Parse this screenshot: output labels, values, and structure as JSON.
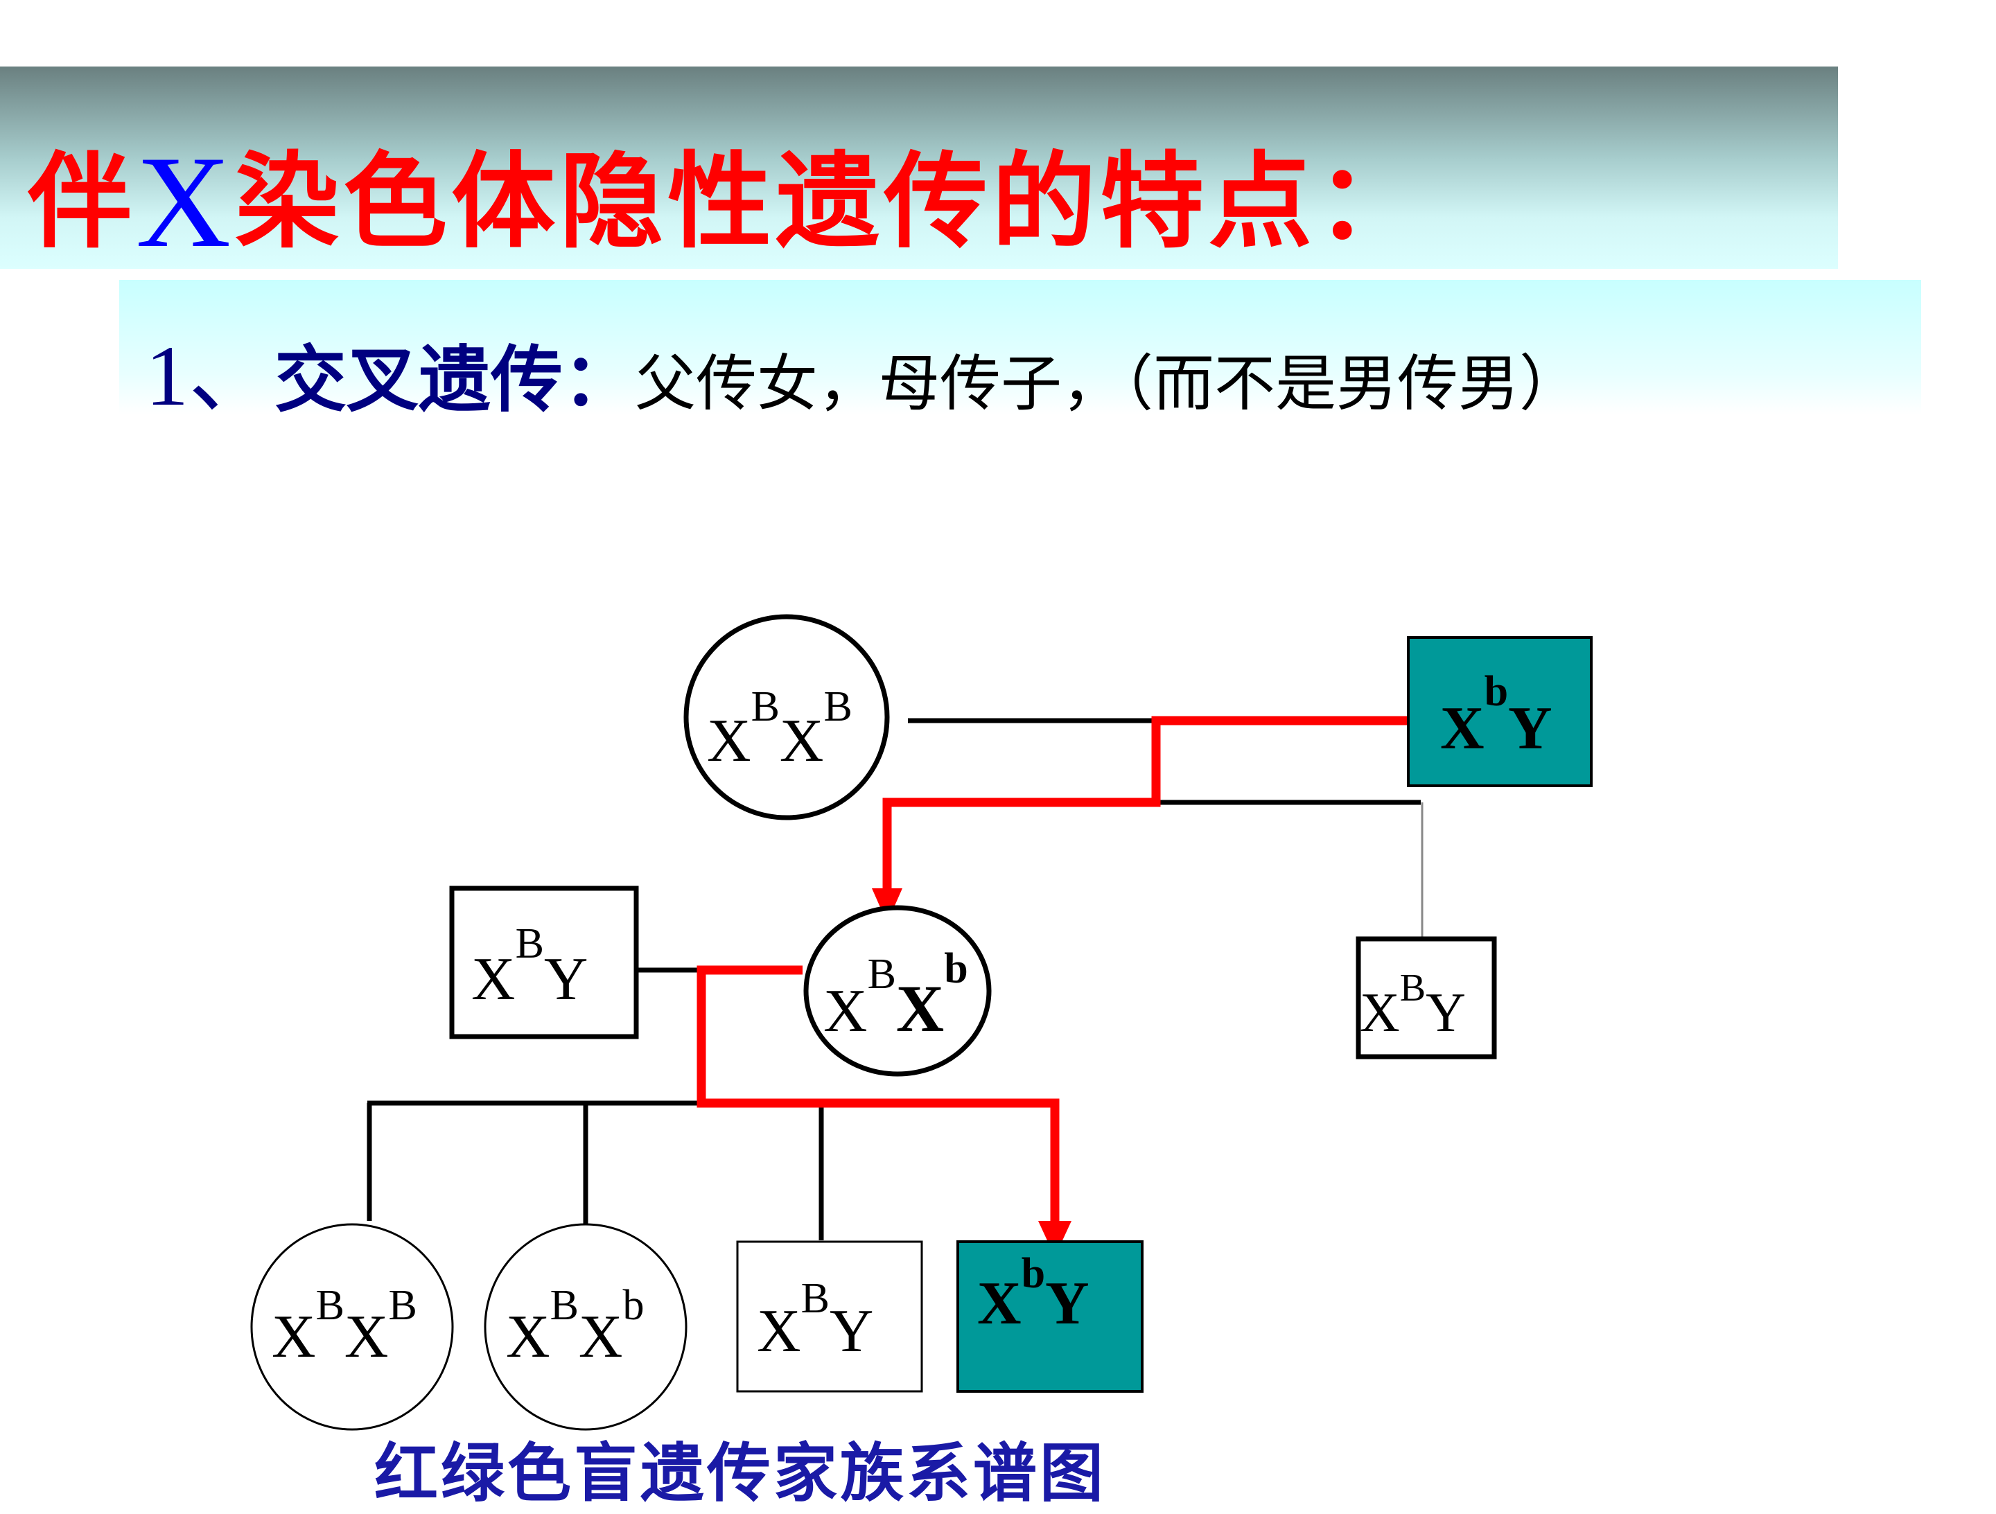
{
  "title": {
    "prefix": "伴",
    "x_letter": "X",
    "suffix": "染色体隐性遗传的特点："
  },
  "subtitle": {
    "number": "1、",
    "term": "交叉遗传：",
    "description": "父传女，母传子，（而不是男传男）"
  },
  "pedigree": {
    "grandmother": {
      "base1": "X",
      "sup1": "B",
      "base2": "X",
      "sup2": "B",
      "affected": false
    },
    "grandfather": {
      "base1": "X",
      "sup1": "b",
      "base2": "Y",
      "affected": true
    },
    "father": {
      "base1": "X",
      "sup1": "B",
      "base2": "Y",
      "affected": false
    },
    "mother": {
      "base1": "X",
      "sup1": "B",
      "base2": "X",
      "sup2": "b",
      "affected": false
    },
    "uncle": {
      "base1": "X",
      "sup1": "B",
      "base2": "Y",
      "affected": false
    },
    "daughter1": {
      "base1": "X",
      "sup1": "B",
      "base2": "X",
      "sup2": "B",
      "affected": false
    },
    "daughter2": {
      "base1": "X",
      "sup1": "B",
      "base2": "X",
      "sup2": "b",
      "affected": false
    },
    "son1": {
      "base1": "X",
      "sup1": "B",
      "base2": "Y",
      "affected": false
    },
    "son2": {
      "base1": "X",
      "sup1": "b",
      "base2": "Y",
      "affected": true
    },
    "colors": {
      "affected_fill": "#009999",
      "inheritance_path": "#ff0000"
    }
  },
  "caption": "红绿色盲遗传家族系谱图"
}
